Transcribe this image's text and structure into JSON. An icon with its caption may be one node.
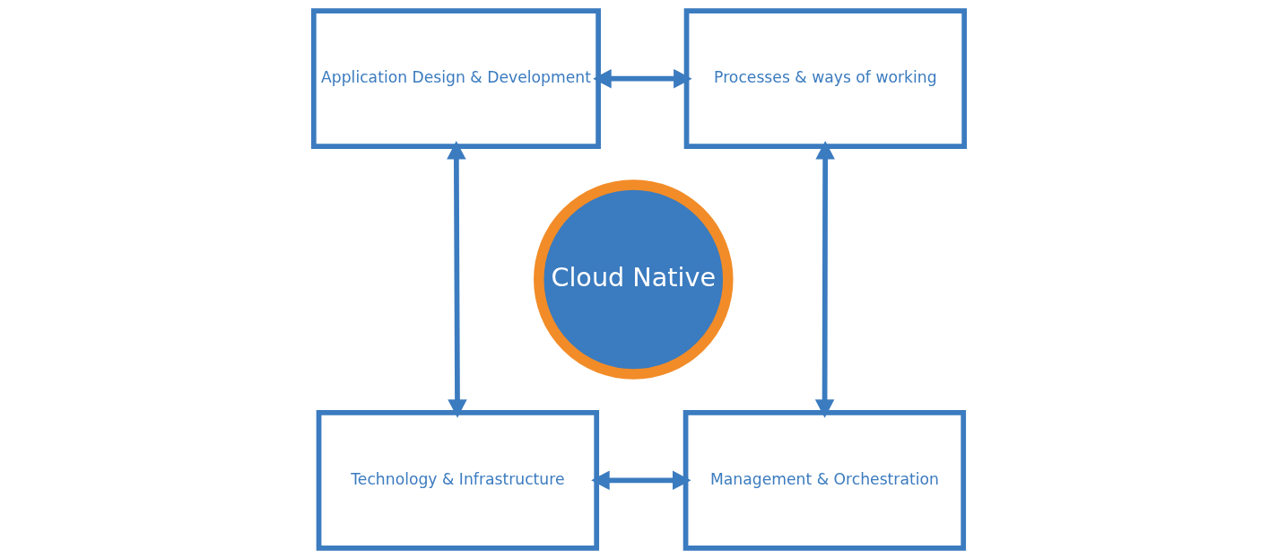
{
  "diagram": {
    "nodes": [
      {
        "text": [
          "Application Design & Development"
        ]
      },
      {
        "text": [
          "Processes & ways of working"
        ]
      },
      {
        "text": [
          "Technology & Infrastructure"
        ]
      },
      {
        "text": [
          "Management & Orchestration"
        ]
      },
      {
        "text": [
          "Cloud Native"
        ]
      }
    ],
    "edges": [
      {
        "from": 0,
        "to": 1,
        "arrow": "both"
      },
      {
        "from": 0,
        "to": 2,
        "arrow": "both"
      },
      {
        "from": 1,
        "to": 3,
        "arrow": "both"
      },
      {
        "from": 2,
        "to": 3,
        "arrow": "both"
      }
    ]
  }
}
